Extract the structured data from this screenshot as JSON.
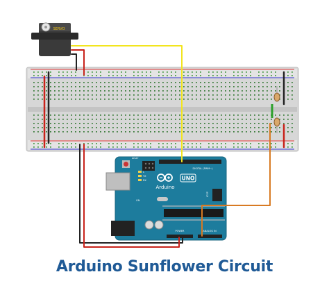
{
  "title": "Arduino Sunflower Circuit",
  "servo": {
    "label": "SERVO"
  },
  "arduino": {
    "brand": "Arduino",
    "model": "UNO",
    "header_digital": "DIGITAL (PWM~)",
    "header_power": "POWER",
    "header_analog": "ANALOG IN",
    "icsp_label": "ICSP",
    "tx_label": "TX",
    "rx_label": "RX",
    "l_label": "L",
    "on_label": "ON",
    "reset_label": "RESET"
  },
  "colors": {
    "title": "#1f5a96",
    "board": "#1d7c9d",
    "wire_yellow": "#f2e51f",
    "wire_red": "#c8221a",
    "wire_black": "#222222",
    "wire_orange": "#d87a22",
    "wire_green": "#2aa02a"
  }
}
